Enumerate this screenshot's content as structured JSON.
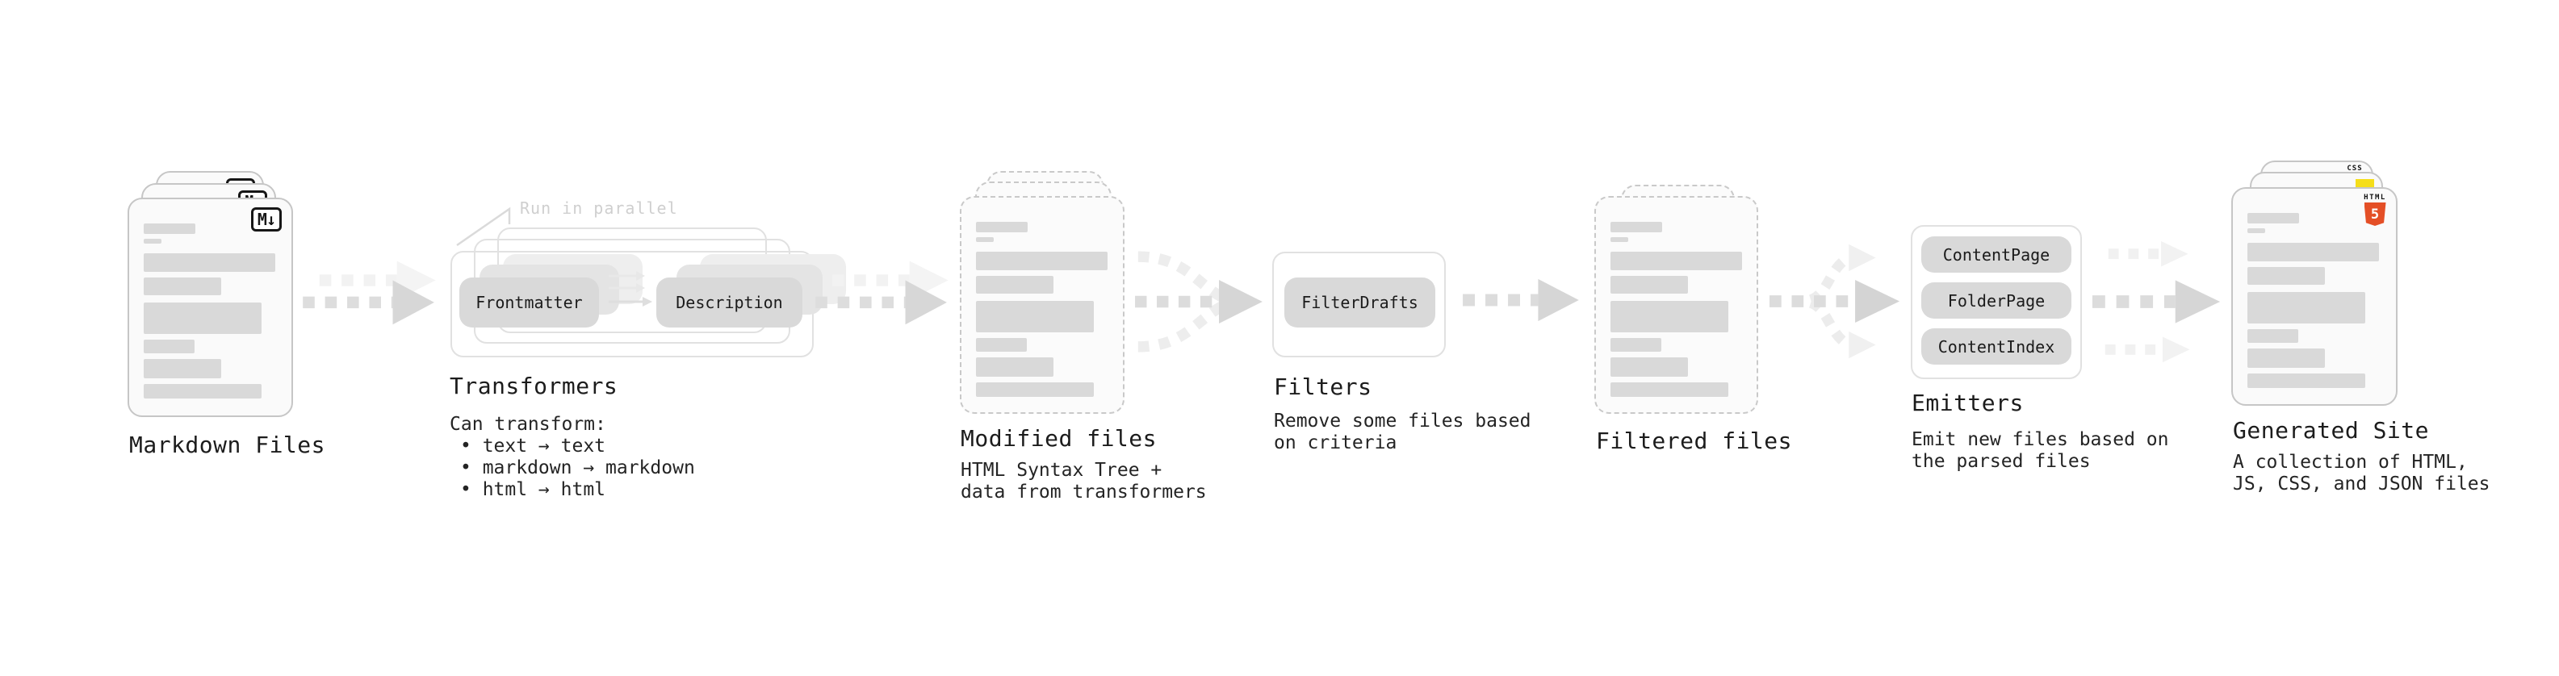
{
  "annotation": "Run in parallel",
  "badges": {
    "markdown": "M↓",
    "css": "CSS",
    "html5_word": "HTML",
    "html5_number": "5"
  },
  "colors": {
    "html5_orange": "#e44f26",
    "js_yellow": "#f5de19",
    "css_blue": "#2b62e9",
    "placeholder_gray": "#d9d9d9",
    "arrow_gray": "#dcdcdc",
    "title_text": "#1c1c1c"
  },
  "nodes": [
    {
      "id": "markdown-files",
      "title": "Markdown Files"
    },
    {
      "id": "transformers",
      "title": "Transformers",
      "boxes": [
        "Frontmatter",
        "Description"
      ],
      "lines": [
        "Can transform:",
        "• text → text",
        "• markdown → markdown",
        "• html → html"
      ]
    },
    {
      "id": "modified-files",
      "title": "Modified files",
      "lines": [
        "HTML Syntax Tree +",
        "data from transformers"
      ]
    },
    {
      "id": "filters",
      "title": "Filters",
      "boxes": [
        "FilterDrafts"
      ],
      "lines": [
        "Remove some files based",
        "on criteria"
      ]
    },
    {
      "id": "filtered-files",
      "title": "Filtered files"
    },
    {
      "id": "emitters",
      "title": "Emitters",
      "boxes": [
        "ContentPage",
        "FolderPage",
        "ContentIndex"
      ],
      "lines": [
        "Emit new files based on",
        "the parsed files"
      ]
    },
    {
      "id": "generated-site",
      "title": "Generated Site",
      "lines": [
        "A collection of HTML,",
        "JS, CSS, and JSON files"
      ]
    }
  ]
}
